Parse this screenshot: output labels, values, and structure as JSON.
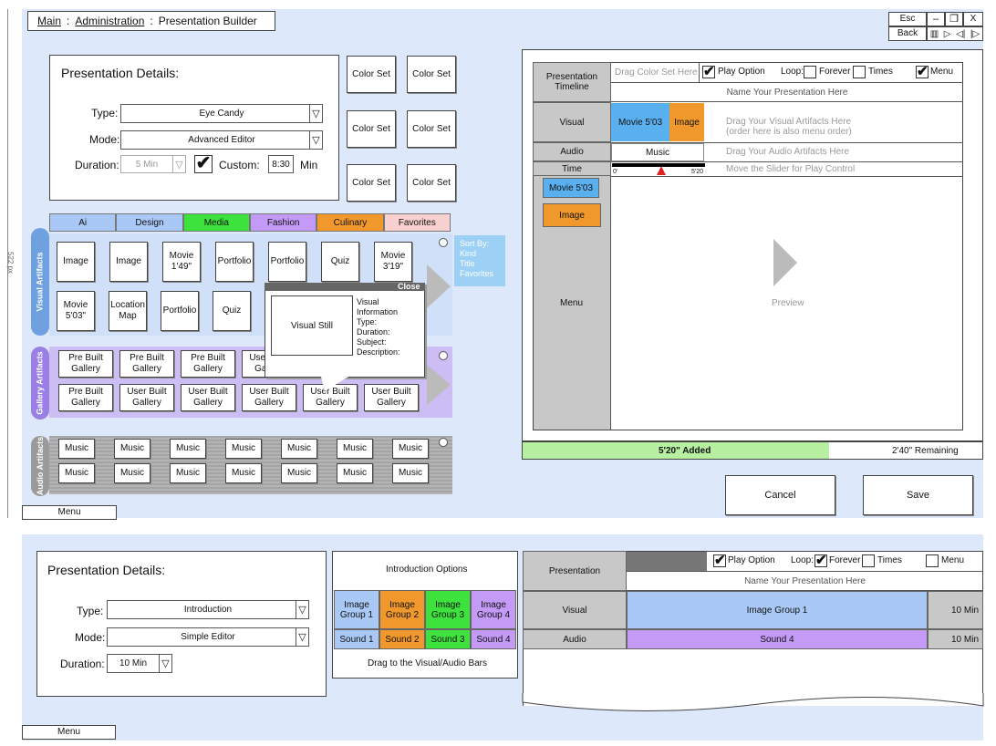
{
  "breadcrumb": {
    "main": "Main",
    "sep1": ":",
    "admin": "Administration",
    "sep2": ":",
    "current": "Presentation Builder"
  },
  "window_controls": {
    "esc": "Esc",
    "back": "Back",
    "minimize": "–",
    "restore": "❐",
    "close": "X"
  },
  "ruler": {
    "label": "522 px"
  },
  "details": {
    "title": "Presentation Details:",
    "type_label": "Type:",
    "type_value": "Eye Candy",
    "mode_label": "Mode:",
    "mode_value": "Advanced Editor",
    "duration_label": "Duration:",
    "duration_value": "5 Min",
    "custom_label": "Custom:",
    "custom_value": "8:30",
    "min_label": "Min"
  },
  "color_sets": [
    "Color Set",
    "Color Set",
    "Color Set",
    "Color Set",
    "Color Set",
    "Color Set"
  ],
  "category_tabs": [
    {
      "label": "Ai",
      "color": "#a9c8f5"
    },
    {
      "label": "Design",
      "color": "#a9c8f5"
    },
    {
      "label": "Media",
      "color": "#3de23d"
    },
    {
      "label": "Fashion",
      "color": "#c39af5"
    },
    {
      "label": "Culinary",
      "color": "#f0982c"
    },
    {
      "label": "Favorites",
      "color": "#f8d0d0"
    }
  ],
  "visual_artifacts": {
    "tab": "Visual Artifacts",
    "row1": [
      "Image",
      "Image",
      "Movie 1'49\"",
      "Portfolio",
      "Portfolio",
      "Quiz",
      "Movie 3'19\""
    ],
    "row2": [
      "Movie 5'03\"",
      "Location Map",
      "Portfolio",
      "Quiz"
    ]
  },
  "sort": {
    "title": "Sort By:",
    "options": [
      "Kind",
      "Title",
      "Favorites"
    ]
  },
  "popup": {
    "close": "Close",
    "still": "Visual Still",
    "info": [
      "Visual",
      "Information",
      "Type:",
      "Duration:",
      "Subject:",
      "Description:"
    ]
  },
  "gallery_artifacts": {
    "tab": "Gallery Artifacts",
    "row1": [
      "Pre Built Gallery",
      "Pre Built Gallery",
      "Pre Built Gallery",
      "User Built Gallery"
    ],
    "row2": [
      "Pre Built Gallery",
      "User Built Gallery",
      "User Built Gallery",
      "User Built Gallery",
      "User Built Gallery",
      "User Built Gallery"
    ]
  },
  "audio_artifacts": {
    "tab": "Audio Artifacts",
    "row1": [
      "Music",
      "Music",
      "Music",
      "Music",
      "Music",
      "Music",
      "Music"
    ],
    "row2": [
      "Music",
      "Music",
      "Music",
      "Music",
      "Music",
      "Music",
      "Music"
    ]
  },
  "menu": "Menu",
  "timeline": {
    "timeline_label": "Presentation Timeline",
    "drag_color_set": "Drag Color Set Here",
    "play_option": "Play Option",
    "loop": "Loop:",
    "forever": "Forever",
    "times": "Times",
    "menu": "Menu",
    "name_hint": "Name Your Presentation Here",
    "visual_label": "Visual",
    "visual_items": [
      "Movie 5'03",
      "Image"
    ],
    "visual_hint": "Drag Your Visual Artifacts Here (order here is also menu order)",
    "audio_label": "Audio",
    "audio_item": "Music",
    "audio_hint": "Drag Your Audio Artifacts Here",
    "time_label": "Time",
    "time_start": "0'",
    "time_end": "5'20",
    "time_hint": "Move the Slider for Play Control",
    "menu_items": [
      "Movie 5'03",
      "Image"
    ],
    "menu_label": "Menu",
    "preview": "Preview"
  },
  "progress": {
    "added": "5'20\" Added",
    "remaining": "2'40\" Remaining",
    "fraction": 0.667
  },
  "actions": {
    "cancel": "Cancel",
    "save": "Save"
  },
  "simple": {
    "title": "Presentation Details:",
    "type_label": "Type:",
    "type_value": "Introduction",
    "mode_label": "Mode:",
    "mode_value": "Simple Editor",
    "duration_label": "Duration:",
    "duration_value": "10 Min",
    "intro_title": "Introduction Options",
    "image_groups": [
      {
        "label": "Image Group 1",
        "color": "#a9c8f5"
      },
      {
        "label": "Image Group 2",
        "color": "#f0982c"
      },
      {
        "label": "Image Group 3",
        "color": "#3de23d"
      },
      {
        "label": "Image Group 4",
        "color": "#c39af5"
      }
    ],
    "sounds": [
      {
        "label": "Sound 1",
        "color": "#a9c8f5"
      },
      {
        "label": "Sound 2",
        "color": "#f0982c"
      },
      {
        "label": "Sound 3",
        "color": "#3de23d"
      },
      {
        "label": "Sound 4",
        "color": "#c39af5"
      }
    ],
    "drag_hint": "Drag to the Visual/Audio Bars",
    "pres_label": "Presentation",
    "play_option": "Play Option",
    "loop": "Loop:",
    "forever": "Forever",
    "times": "Times",
    "menu": "Menu",
    "name_hint": "Name Your Presentation Here",
    "visual_label": "Visual",
    "visual_bar": "Image Group 1",
    "visual_dur": "10 Min",
    "audio_label": "Audio",
    "audio_bar": "Sound 4",
    "audio_dur": "10 Min"
  }
}
